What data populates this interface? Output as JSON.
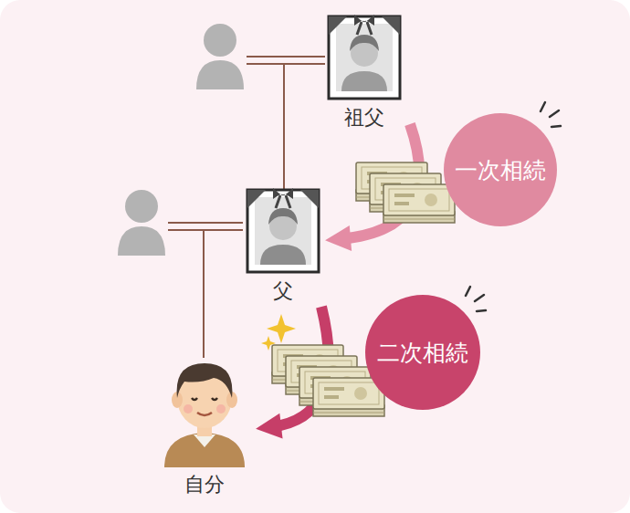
{
  "diagram": {
    "nodes": [
      {
        "text": [
          "祖父"
        ]
      },
      {
        "text": [
          "一次相続"
        ]
      },
      {
        "text": [
          "父"
        ]
      },
      {
        "text": [
          "二次相続"
        ]
      },
      {
        "text": [
          "自分"
        ]
      }
    ],
    "edges": [
      {
        "from": 0,
        "to": 2,
        "arrow": "to"
      },
      {
        "from": 2,
        "to": 4,
        "arrow": "to"
      }
    ]
  }
}
